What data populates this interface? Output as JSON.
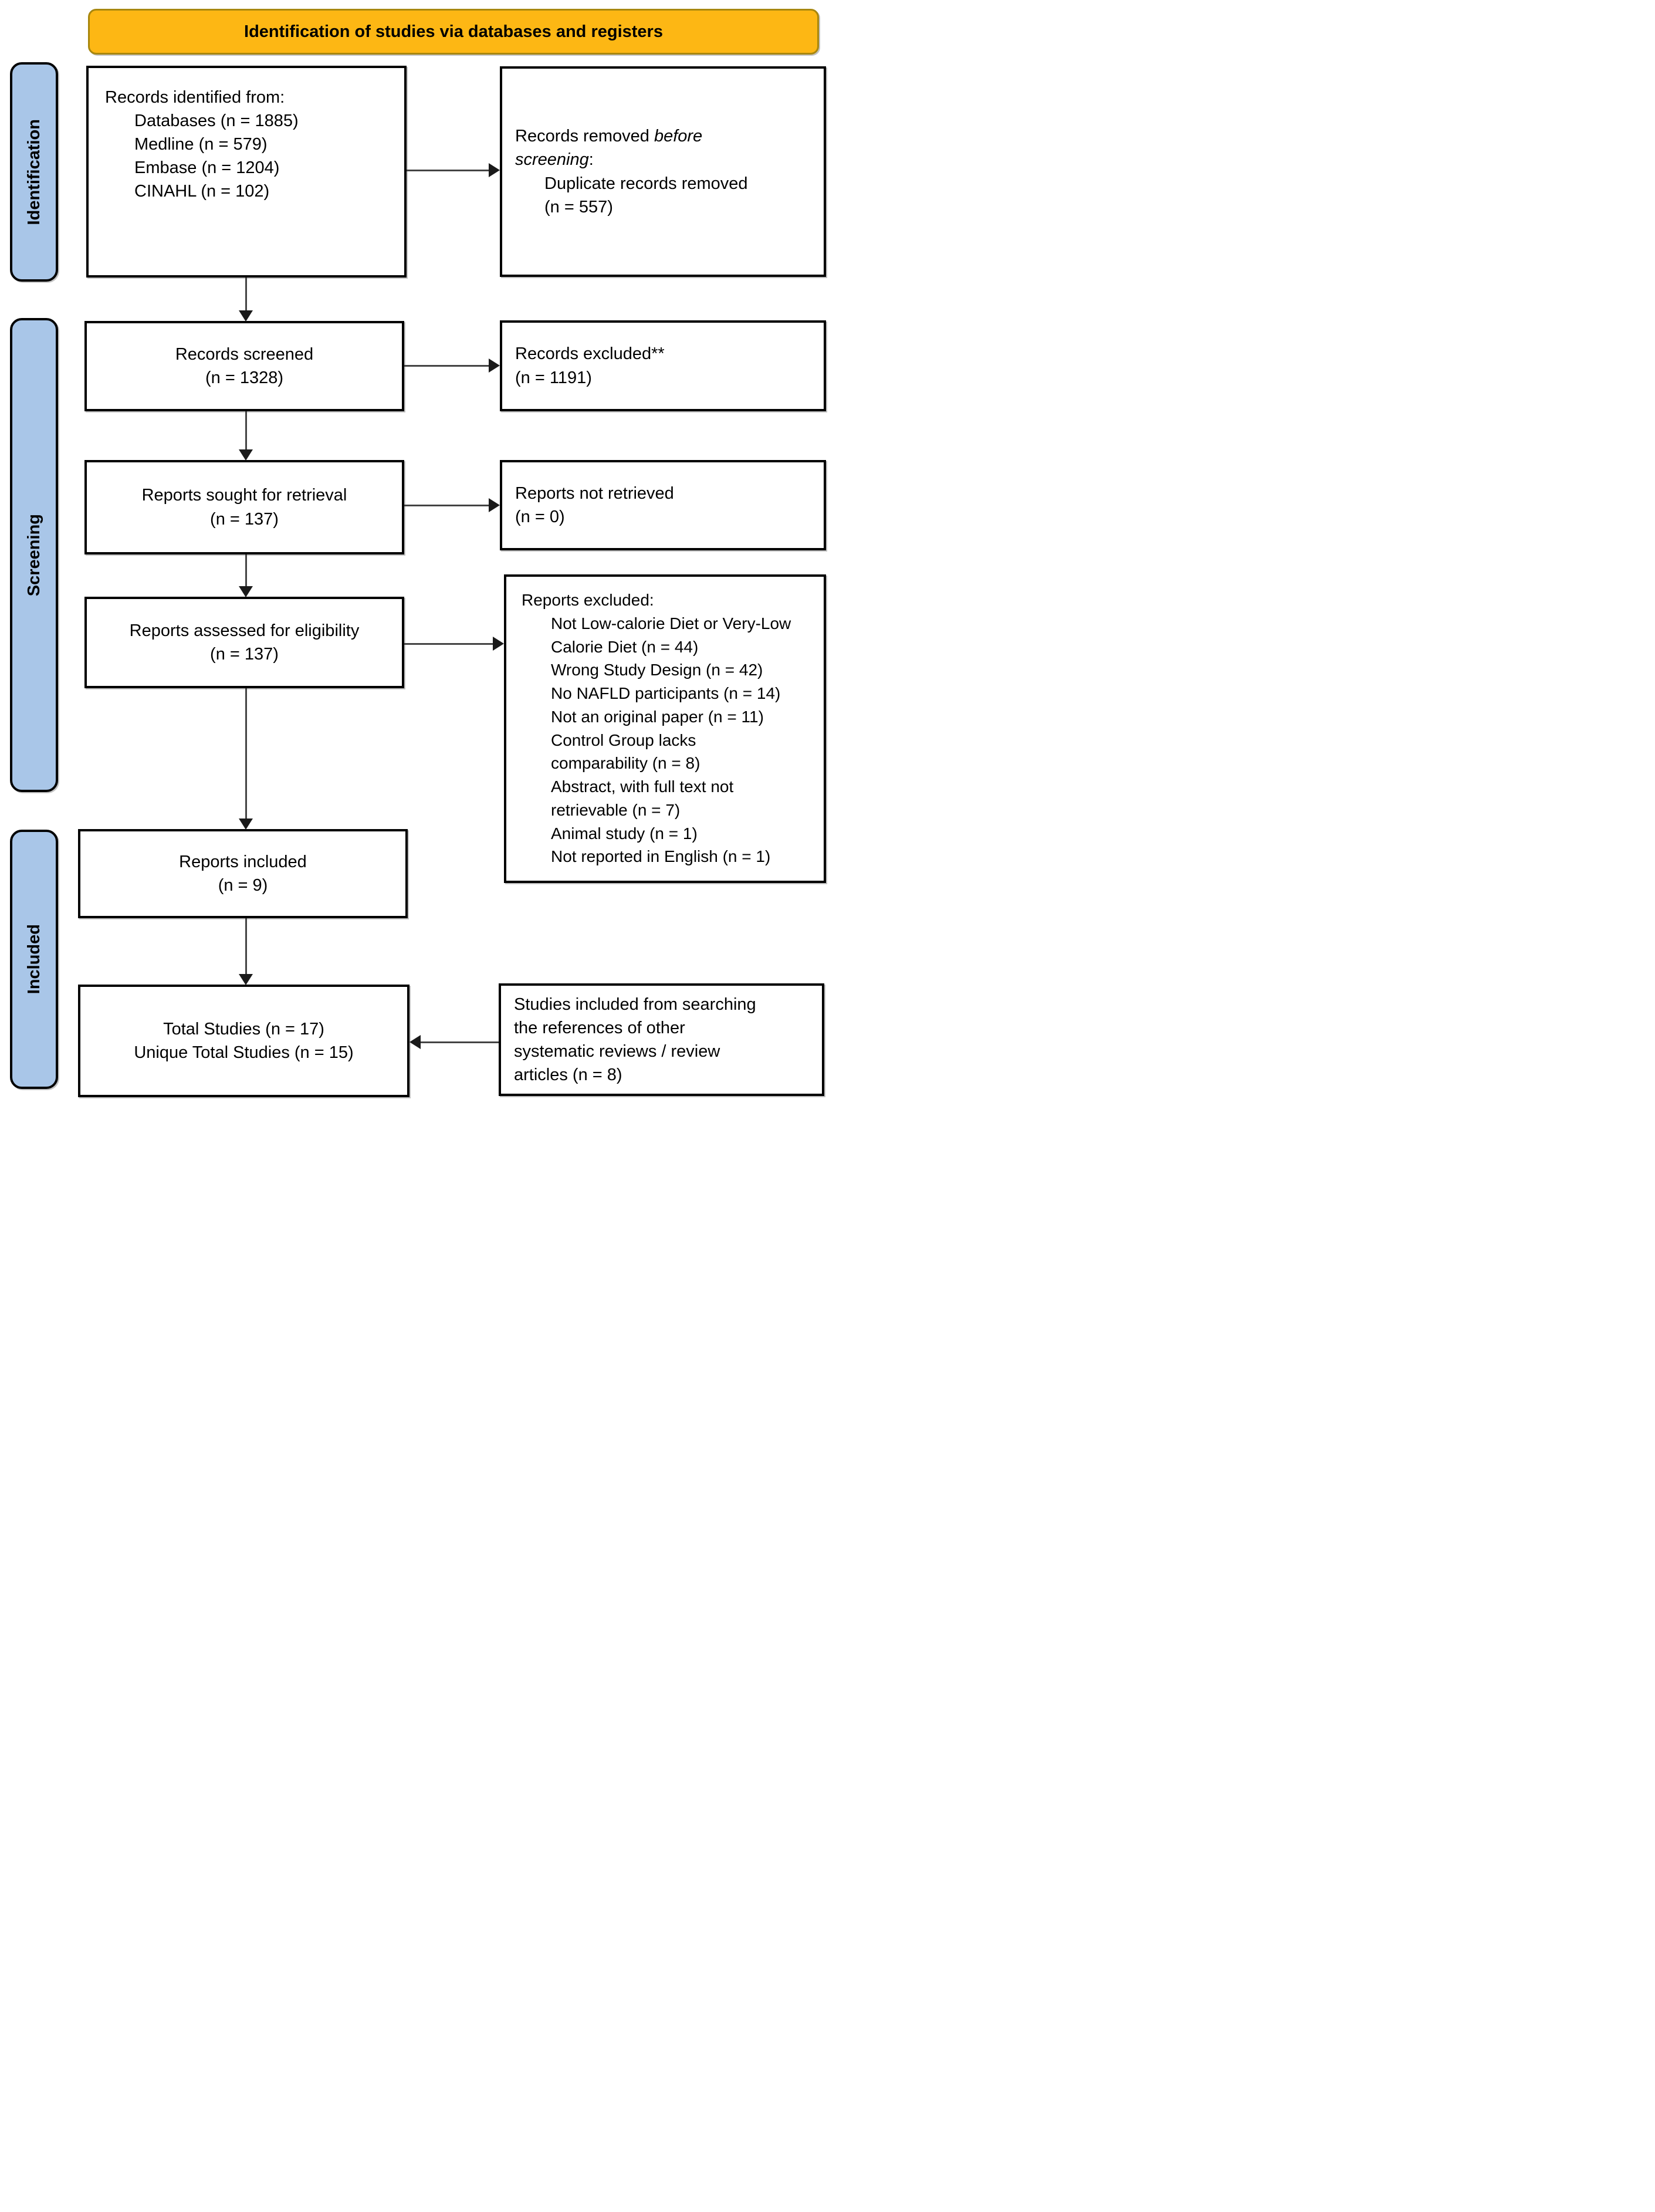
{
  "header": {
    "title": "Identification of studies via databases and registers",
    "fill": "#FDB714",
    "border": "#A8870E"
  },
  "stages": [
    {
      "label": "Identification"
    },
    {
      "label": "Screening"
    },
    {
      "label": "Included"
    }
  ],
  "stage_fill": "#A9C6E8",
  "boxes": {
    "records_identified": {
      "title": "Records identified from:",
      "items": [
        "Databases (n = 1885)",
        "Medline (n = 579)",
        "Embase (n = 1204)",
        "CINAHL (n = 102)"
      ]
    },
    "records_removed": {
      "title_prefix": "Records removed ",
      "title_italic": "before\nscreening",
      "title_suffix": ":",
      "item": "Duplicate records removed\n(n = 557)"
    },
    "records_screened": {
      "label": "Records screened",
      "count": "(n = 1328)"
    },
    "records_excluded": {
      "label": "Records excluded**",
      "count": "(n = 1191)"
    },
    "reports_sought": {
      "label": "Reports sought for retrieval",
      "count": "(n = 137)"
    },
    "reports_not_retrieved": {
      "label": "Reports not retrieved",
      "count": "(n = 0)"
    },
    "reports_assessed": {
      "label": "Reports assessed for eligibility",
      "count": "(n = 137)"
    },
    "reports_excluded": {
      "title": "Reports excluded:",
      "items": [
        "Not Low-calorie Diet or Very-Low\nCalorie Diet (n = 44)",
        "Wrong Study Design (n = 42)",
        "No NAFLD participants (n = 14)",
        "Not an original paper (n = 11)",
        "Control Group lacks\ncomparability (n = 8)",
        "Abstract, with full text not\nretrievable (n = 7)",
        "Animal study (n = 1)",
        "Not reported in English (n = 1)"
      ]
    },
    "reports_included": {
      "label": "Reports included",
      "count": "(n = 9)"
    },
    "total_studies": {
      "line1": "Total Studies (n = 17)",
      "line2": "Unique Total Studies (n = 15)"
    },
    "studies_from_references": {
      "text": "Studies included from searching\nthe references of other\nsystematic reviews / review\narticles (n = 8)"
    }
  }
}
